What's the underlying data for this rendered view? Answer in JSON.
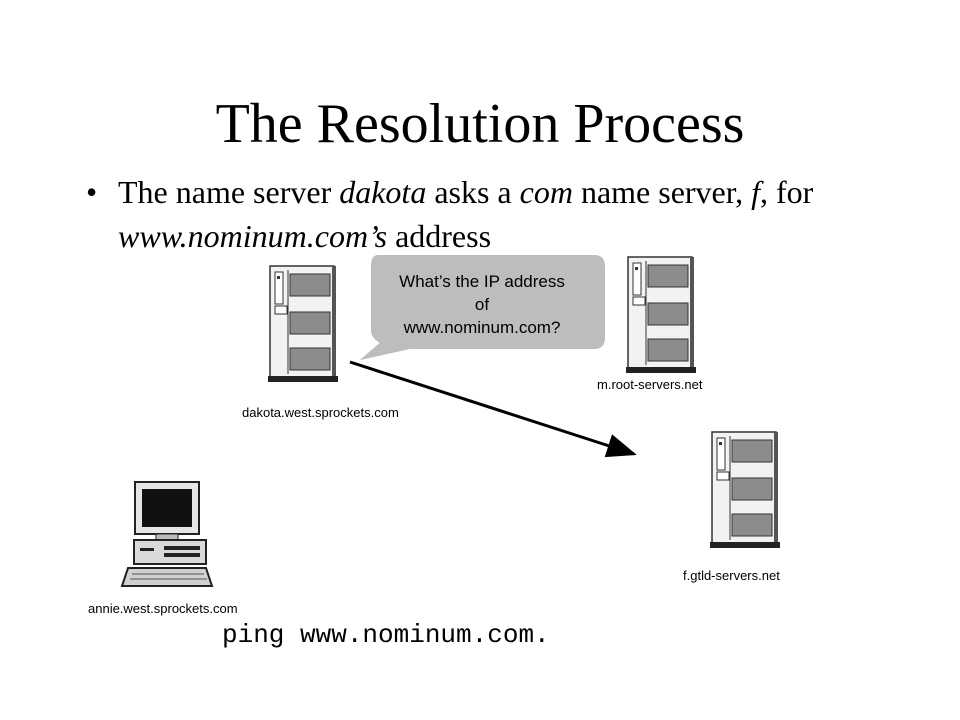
{
  "slide": {
    "title": "The Resolution Process",
    "bullet": {
      "marker": "•",
      "parts": [
        {
          "text": "The name server ",
          "italic": false
        },
        {
          "text": "dakota",
          "italic": true
        },
        {
          "text": " asks a ",
          "italic": false
        },
        {
          "text": "com",
          "italic": true
        },
        {
          "text": " name server, ",
          "italic": false
        },
        {
          "text": "f",
          "italic": true
        },
        {
          "text": ", for ",
          "italic": false
        },
        {
          "text": "www.nominum.com’s",
          "italic": true
        },
        {
          "text": " address",
          "italic": false
        }
      ]
    }
  },
  "diagram": {
    "nodes": {
      "dakota": {
        "label": "dakota.west.sprockets.com",
        "icon": "server-tower-icon"
      },
      "root": {
        "label": "m.root-servers.net",
        "icon": "server-tower-icon"
      },
      "gtld": {
        "label": "f.gtld-servers.net",
        "icon": "server-tower-icon"
      },
      "annie": {
        "label": "annie.west.sprockets.com",
        "icon": "desktop-computer-icon"
      }
    },
    "callout": {
      "line1": "What’s the IP address",
      "line2": "of",
      "line3": "www.nominum.com?",
      "fill": "#bdbdbd"
    },
    "command": "ping www.nominum.com."
  }
}
